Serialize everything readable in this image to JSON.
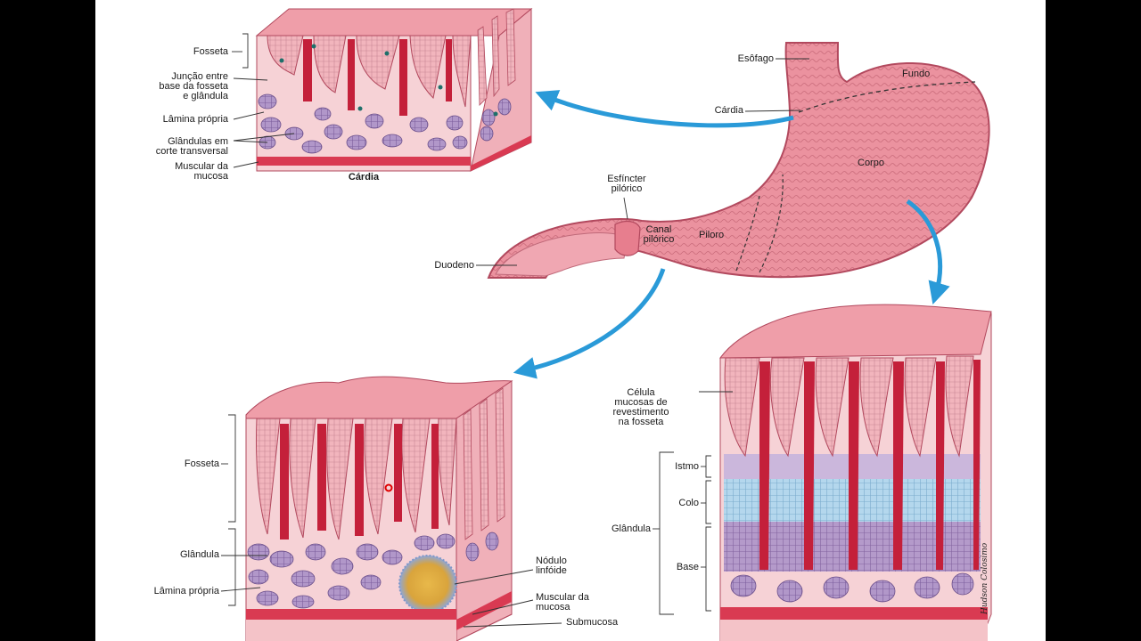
{
  "labels": {
    "cardia_region": {
      "fosseta": "Fosseta",
      "juncao": "Junção entre\nbase da fosseta\ne glândula",
      "lamina_propria": "Lâmina própria",
      "glandulas": "Glândulas em\ncorte transversal",
      "muscular": "Muscular da\nmucosa",
      "title": "Cárdia"
    },
    "stomach": {
      "esofago": "Esôfago",
      "fundo": "Fundo",
      "cardia": "Cárdia",
      "corpo": "Corpo",
      "esfincter": "Esfíncter\npilórico",
      "canal": "Canal\npilórico",
      "piloro": "Piloro",
      "duodeno": "Duodeno"
    },
    "pylorus_region": {
      "fosseta": "Fosseta",
      "glandula": "Glândula",
      "lamina_propria": "Lâmina própria",
      "nodulo": "Nódulo\nlinfóide",
      "muscular": "Muscular da\nmucosa",
      "submucosa": "Submucosa"
    },
    "body_region": {
      "celula": "Célula\nmucosas de\nrevestimento\nna fosseta",
      "istmo": "Istmo",
      "colo": "Colo",
      "glandula": "Glândula",
      "base": "Base"
    }
  },
  "signature": "Hudson Colosimo",
  "colors": {
    "mucosa": "#e88a96",
    "mucosa_dark": "#c4203a",
    "gland": "#a88bc0",
    "neck": "#a8d4ee",
    "arrow": "#2a9ad8",
    "background": "#ffffff",
    "letterbox": "#000000"
  }
}
